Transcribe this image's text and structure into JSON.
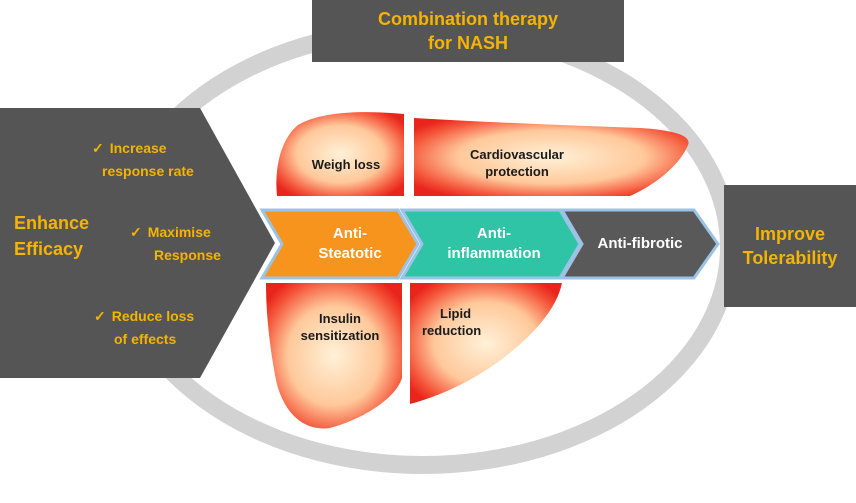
{
  "title": {
    "line1": "Combination therapy",
    "line2": "for NASH"
  },
  "left": {
    "heading": {
      "line1": "Enhance",
      "line2": "Efficacy"
    },
    "items": [
      {
        "line1": "Increase",
        "line2": "response rate"
      },
      {
        "line1": "Maximise",
        "line2": "Response"
      },
      {
        "line1": "Reduce loss",
        "line2": "of effects"
      }
    ],
    "check_glyph": "✓"
  },
  "lobes": {
    "top_left": {
      "line1": "Weigh loss"
    },
    "top_right": {
      "line1": "Cardiovascular",
      "line2": "protection"
    },
    "bottom_left": {
      "line1": "Insulin",
      "line2": "sensitization"
    },
    "bottom_right": {
      "line1": "Lipid",
      "line2": "reduction"
    }
  },
  "arrows": [
    {
      "line1": "Anti-",
      "line2": "Steatotic",
      "color": "#f7941d"
    },
    {
      "line1": "Anti-",
      "line2": "inflammation",
      "color": "#2ec4a5"
    },
    {
      "line1": "Anti-fibrotic",
      "line2": "",
      "color": "#595959"
    }
  ],
  "right": {
    "line1": "Improve",
    "line2": "Tolerability"
  },
  "colors": {
    "box": "#555555",
    "accent": "#f5b400",
    "ring": "#d2d2d2",
    "lobe_edge": "#e8241c",
    "lobe_center": "#fff1d8"
  }
}
